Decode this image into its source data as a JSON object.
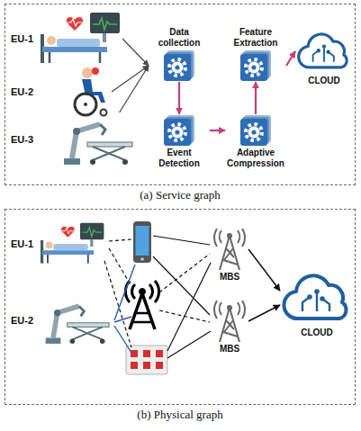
{
  "diagram": {
    "nodes": [
      {
        "text": [
          "(a) Service graph"
        ]
      },
      {
        "text": [
          "EU-1"
        ],
        "in": 0
      },
      {
        "text": [
          "EU-2"
        ],
        "in": 0
      },
      {
        "text": [
          "EU-3"
        ],
        "in": 0
      },
      {
        "text": [
          "Data collection"
        ],
        "in": 0
      },
      {
        "text": [
          "Event Detection"
        ],
        "in": 0
      },
      {
        "text": [
          "Adaptive Compression"
        ],
        "in": 0
      },
      {
        "text": [
          "Feature Extraction"
        ],
        "in": 0
      },
      {
        "text": [
          "CLOUD"
        ],
        "in": 0
      },
      {
        "text": [
          "(b) Physical graph"
        ]
      },
      {
        "text": [
          "EU-1"
        ],
        "in": 9
      },
      {
        "text": [
          "EU-2"
        ],
        "in": 9
      },
      {
        "text": [
          "MBS"
        ],
        "in": 9
      },
      {
        "text": [
          "MBS"
        ],
        "in": 9
      },
      {
        "text": [
          "CLOUD"
        ],
        "in": 9
      }
    ],
    "edges": [
      {
        "from": 1,
        "to": 4,
        "arrow": "to"
      },
      {
        "from": 2,
        "to": 4,
        "arrow": "to"
      },
      {
        "from": 3,
        "to": 4,
        "arrow": "to"
      },
      {
        "from": 4,
        "to": 5,
        "arrow": "to"
      },
      {
        "from": 5,
        "to": 6,
        "arrow": "to"
      },
      {
        "from": 6,
        "to": 7,
        "arrow": "to"
      },
      {
        "from": 7,
        "to": 8,
        "arrow": "to"
      },
      {
        "from": 12,
        "to": 14,
        "arrow": "to"
      },
      {
        "from": 13,
        "to": 14,
        "arrow": "to"
      }
    ]
  }
}
